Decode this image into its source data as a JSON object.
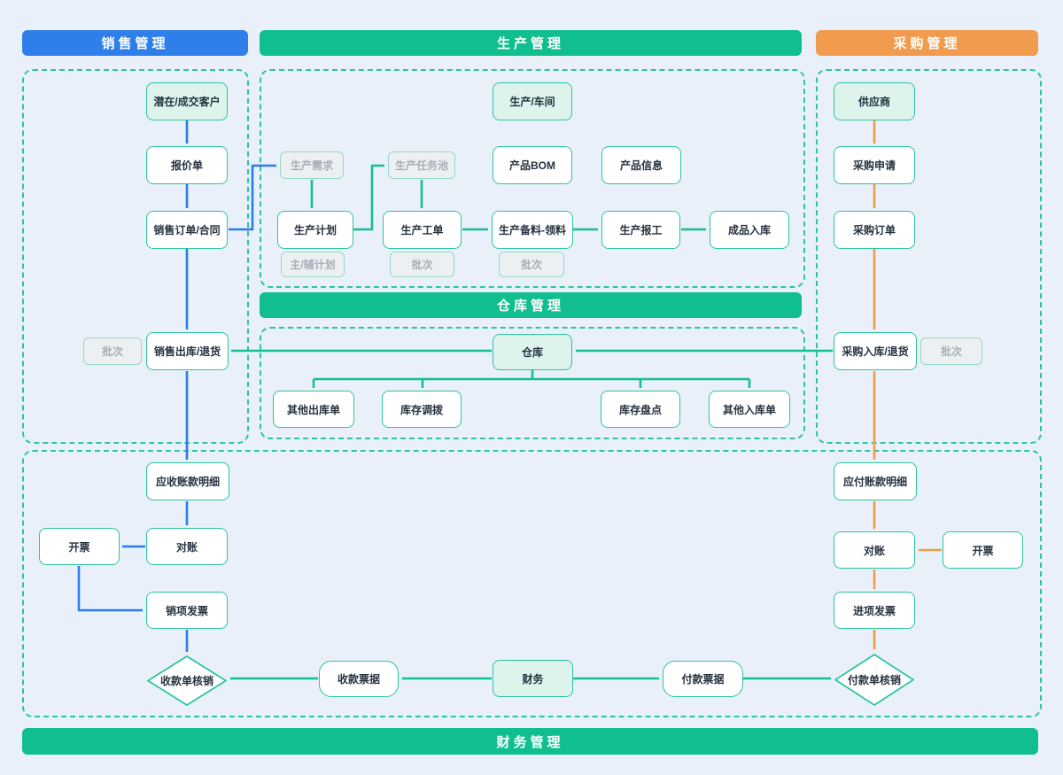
{
  "headers": {
    "sales": "销售管理",
    "production": "生产管理",
    "procurement": "采购管理",
    "warehouse": "仓库管理",
    "finance": "财务管理"
  },
  "colors": {
    "background": "#E9F0F9",
    "sales_accent": "#2E7FEA",
    "production_accent": "#10BE8F",
    "procurement_accent": "#F09B4D",
    "node_border": "#2CC59E",
    "node_fill_highlight": "#DDF3EC",
    "gray_node_bg": "#EDF0F2",
    "gray_node_text": "#A7AEB6"
  },
  "nodes": {
    "customer": "潜在/成交客户",
    "quotation": "报价单",
    "sales_order": "销售订单/合同",
    "batch_sales": "批次",
    "sales_outbound": "销售出库/退货",
    "prod_workshop": "生产/车间",
    "prod_demand": "生产需求",
    "prod_task_pool": "生产任务池",
    "product_bom": "产品BOM",
    "product_info": "产品信息",
    "prod_plan": "生产计划",
    "main_aux_plan": "主/辅计划",
    "prod_workorder": "生产工单",
    "batch_workorder": "批次",
    "prod_material": "生产备料-领料",
    "batch_material": "批次",
    "prod_report": "生产报工",
    "finished_inbound": "成品入库",
    "warehouse": "仓库",
    "other_outbound": "其他出库单",
    "inventory_transfer": "库存调拨",
    "inventory_check": "库存盘点",
    "other_inbound": "其他入库单",
    "supplier": "供应商",
    "purchase_request": "采购申请",
    "purchase_order": "采购订单",
    "purchase_inbound": "采购入库/退货",
    "batch_purchase": "批次",
    "ar_detail": "应收账款明细",
    "reconcile_ar": "对账",
    "invoice_ar": "开票",
    "sales_invoice": "销项发票",
    "receipt_verify": "收款单核销",
    "receipt_note": "收款票据",
    "finance_center": "财务",
    "payment_note": "付款票据",
    "payment_verify": "付款单核销",
    "ap_detail": "应付账款明细",
    "reconcile_ap": "对账",
    "invoice_ap": "开票",
    "purchase_invoice": "进项发票"
  }
}
